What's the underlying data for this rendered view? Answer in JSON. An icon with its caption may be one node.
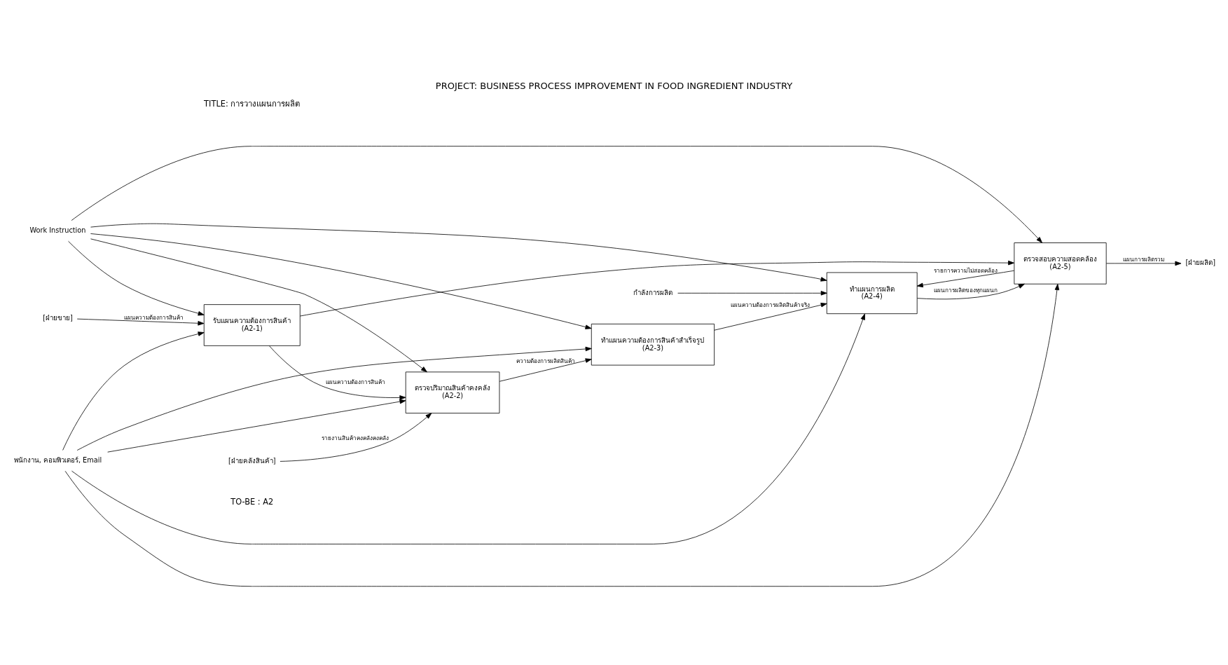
{
  "diagram": {
    "title": "PROJECT: BUSINESS PROCESS IMPROVEMENT IN FOOD INGREDIENT INDUSTRY",
    "nodes": [
      {
        "text": [
          "[ฝ่ายขาย]"
        ]
      },
      {
        "text": [
          "[ฝ่ายคลังสินค้า]"
        ]
      },
      {
        "text": [
          "Work Instruction"
        ]
      },
      {
        "text": [
          "รับแผนความต้องการสินค้า",
          "(A2-1)"
        ]
      },
      {
        "text": [
          "ตรวจปริมาณสินค้าคงคลัง",
          "(A2-2)"
        ]
      },
      {
        "text": [
          "ทำแผนความต้องการสินค้าสำเร็จรูป",
          "(A2-3)"
        ]
      },
      {
        "text": [
          "กำลังการผลิต"
        ]
      },
      {
        "text": [
          "ทำแผนการผลิต",
          "(A2-4)"
        ]
      },
      {
        "text": [
          "ตรวจสอบความสอดคล้อง",
          "(A2-5)"
        ]
      },
      {
        "text": [
          "[ฝ่ายผลิต]"
        ]
      },
      {
        "text": [
          "พนักงาน, คอมพิวเตอร์, Email"
        ]
      }
    ],
    "edges": [
      {
        "from": 2,
        "to": 3,
        "arrow": "to"
      },
      {
        "from": 2,
        "to": 4,
        "arrow": "to"
      },
      {
        "from": 2,
        "to": 5,
        "arrow": "to"
      },
      {
        "from": 2,
        "to": 7,
        "arrow": "to"
      },
      {
        "from": 2,
        "to": 8,
        "arrow": "to"
      },
      {
        "from": 0,
        "to": 3,
        "label": "แผนความต้องการสินค้า",
        "arrow": "to"
      },
      {
        "from": 3,
        "to": 4,
        "label": "แผนความต้องการสินค้า",
        "arrow": "to"
      },
      {
        "from": 3,
        "to": 8,
        "arrow": "to"
      },
      {
        "from": 1,
        "to": 4,
        "label": "รายงานสินค้าคงคลังคงคลัง",
        "arrow": "to"
      },
      {
        "from": 4,
        "to": 5,
        "label": "ความต้องการผลิตสินค้า",
        "arrow": "to"
      },
      {
        "from": 5,
        "to": 7,
        "label": "แผนความต้องการผลิตสินค้าจริง",
        "arrow": "to"
      },
      {
        "from": 6,
        "to": 7,
        "arrow": "to"
      },
      {
        "from": 7,
        "to": 8,
        "label": "แผนการผลิตของทุกแผนก",
        "arrow": "to"
      },
      {
        "from": 8,
        "to": 7,
        "label": "รายการความไม่สอดคล้อง",
        "arrow": "to"
      },
      {
        "from": 8,
        "to": 9,
        "label": "แผนการผลิตรวม",
        "arrow": "to"
      },
      {
        "from": 10,
        "to": 3,
        "arrow": "to"
      },
      {
        "from": 10,
        "to": 4,
        "arrow": "to"
      },
      {
        "from": 10,
        "to": 5,
        "arrow": "to"
      },
      {
        "from": 10,
        "to": 7,
        "arrow": "to"
      },
      {
        "from": 10,
        "to": 8,
        "arrow": "to"
      }
    ],
    "labels": [
      "TO-BE : A2",
      "TITLE: การวางแผนการผลิต"
    ]
  }
}
